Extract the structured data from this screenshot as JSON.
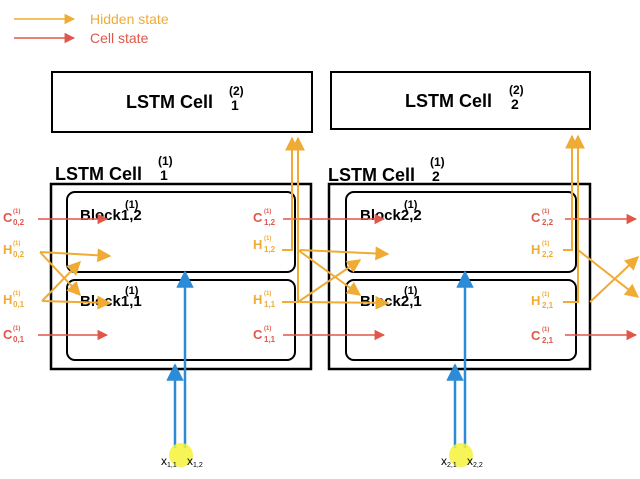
{
  "legend": {
    "hidden_state": "Hidden state",
    "cell_state": "Cell state"
  },
  "colors": {
    "hidden": "#f0ab35",
    "cell": "#e0574a",
    "input": "#2b8bd6",
    "highlight": "#f4f23a",
    "stroke": "#000000"
  },
  "layer2": {
    "cell1": {
      "label": "LSTM Cell",
      "sub": "1",
      "sup": "(2)"
    },
    "cell2": {
      "label": "LSTM Cell",
      "sub": "2",
      "sup": "(2)"
    }
  },
  "layer1": {
    "cell1": {
      "label": "LSTM Cell",
      "sub": "1",
      "sup": "(1)"
    },
    "cell2": {
      "label": "LSTM Cell",
      "sub": "2",
      "sup": "(1)"
    }
  },
  "blocks": {
    "b12": {
      "label": "Block1,2",
      "sup": "(1)"
    },
    "b11": {
      "label": "Block1,1",
      "sup": "(1)"
    },
    "b22": {
      "label": "Block2,2",
      "sup": "(1)"
    },
    "b21": {
      "label": "Block2,1",
      "sup": "(1)"
    }
  },
  "states": {
    "c02": {
      "base": "C",
      "sup": "(1)",
      "sub": "0,2"
    },
    "h02": {
      "base": "H",
      "sup": "(1)",
      "sub": "0,2"
    },
    "h01": {
      "base": "H",
      "sup": "(1)",
      "sub": "0,1"
    },
    "c01": {
      "base": "C",
      "sup": "(1)",
      "sub": "0,1"
    },
    "c12": {
      "base": "C",
      "sup": "(1)",
      "sub": "1,2"
    },
    "h12": {
      "base": "H",
      "sup": "(1)",
      "sub": "1,2"
    },
    "h11": {
      "base": "H",
      "sup": "(1)",
      "sub": "1,1"
    },
    "c11": {
      "base": "C",
      "sup": "(1)",
      "sub": "1,1"
    },
    "c22": {
      "base": "C",
      "sup": "(1)",
      "sub": "2,2"
    },
    "h22": {
      "base": "H",
      "sup": "(1)",
      "sub": "2,2"
    },
    "h21": {
      "base": "H",
      "sup": "(1)",
      "sub": "2,1"
    },
    "c21": {
      "base": "C",
      "sup": "(1)",
      "sub": "2,1"
    }
  },
  "inputs": {
    "x11": {
      "base": "x",
      "sub": "1,1"
    },
    "x12": {
      "base": "x",
      "sub": "1,2"
    },
    "x21": {
      "base": "x",
      "sub": "2,1"
    },
    "x22": {
      "base": "x",
      "sub": "2,2"
    }
  }
}
